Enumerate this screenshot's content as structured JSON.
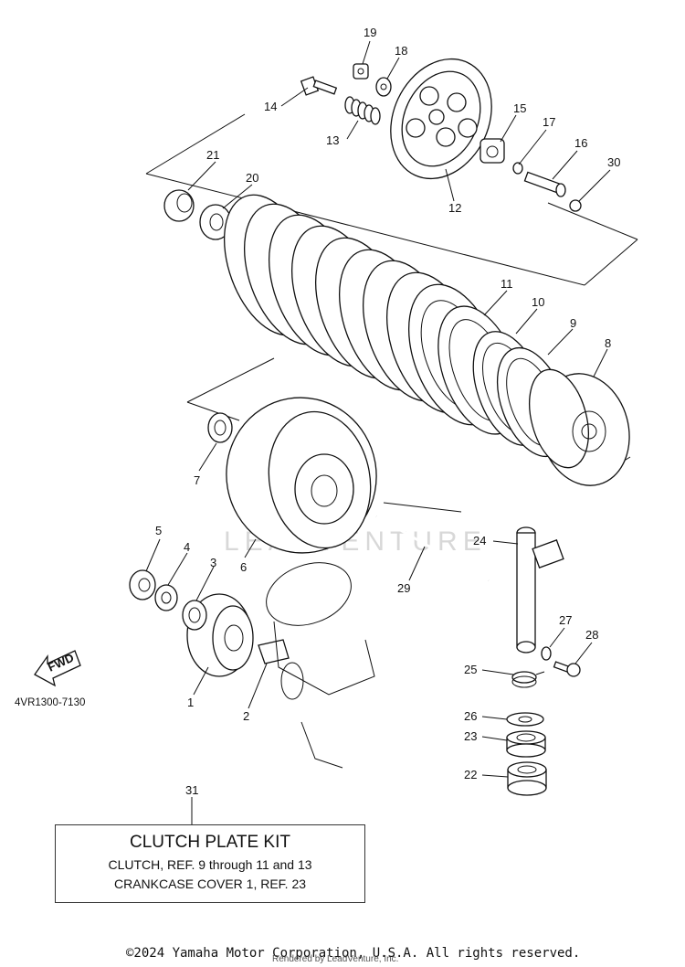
{
  "refs": [
    "1",
    "2",
    "3",
    "4",
    "5",
    "6",
    "7",
    "8",
    "9",
    "10",
    "11",
    "12",
    "13",
    "14",
    "15",
    "16",
    "17",
    "18",
    "19",
    "20",
    "21",
    "22",
    "23",
    "24",
    "25",
    "26",
    "27",
    "28",
    "29",
    "30",
    "31"
  ],
  "watermark": "LEADVENTURE",
  "fwd_label": "FWD",
  "diagram_code": "4VR1300-7130",
  "kit": {
    "title": "CLUTCH PLATE KIT",
    "line1": "CLUTCH, REF.  9 through 11 and 13",
    "line2": "CRANKCASE COVER 1, REF.  23"
  },
  "copyright": "©2024 Yamaha Motor Corporation, U.S.A. All rights reserved.",
  "rendered_by": "Rendered by LeadVenture, Inc."
}
